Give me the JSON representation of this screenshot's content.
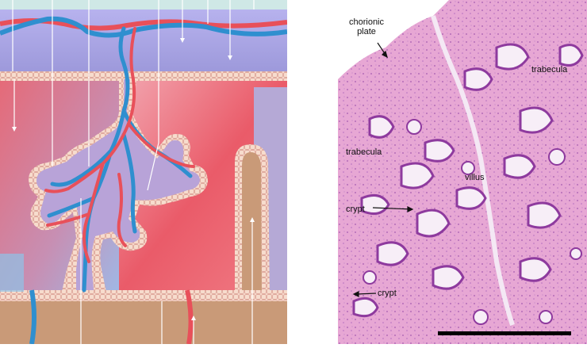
{
  "left_panel": {
    "colors": {
      "maternal_surface": "#cfe8e6",
      "chorionic_plate": "#a9a6df",
      "intervillous_red": "#e9717b",
      "intervillous_blue": "#a8b6e4",
      "trophoblast": "#f6d6c8",
      "cell_border": "#d79c92",
      "artery": "#e8505a",
      "vein": "#2f8fcf",
      "decidua": "#c99a78",
      "leader_line": "#ffffff"
    }
  },
  "right_panel": {
    "labels": {
      "chorionic_plate": "chorionic plate",
      "trabecula_top": "trabecula",
      "trabecula_left": "trabecula",
      "villus": "villus",
      "crypt_middle": "crypt",
      "crypt_bottom": "crypt"
    },
    "colors": {
      "stroma": "#e7a7d4",
      "epithelium": "#8e3a9e",
      "lumen": "#f7eef7",
      "scale_bar": "#000000"
    }
  }
}
